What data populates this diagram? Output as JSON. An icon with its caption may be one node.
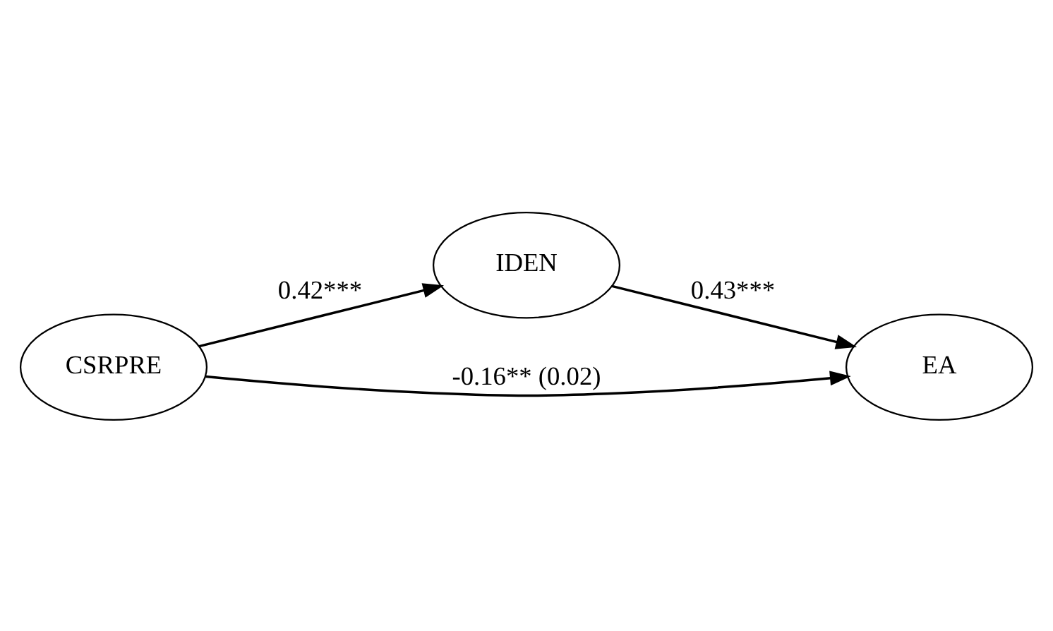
{
  "diagram": {
    "nodes": [
      {
        "text": [
          "IDEN"
        ]
      },
      {
        "text": [
          "CSRPRE"
        ]
      },
      {
        "text": [
          "EA"
        ]
      }
    ],
    "edges": [
      {
        "from": 1,
        "to": 0,
        "arrow": "to",
        "label": "0.42***"
      },
      {
        "from": 0,
        "to": 2,
        "arrow": "to",
        "label": "0.43***"
      },
      {
        "from": 1,
        "to": 2,
        "arrow": "to",
        "label": "-0.16** (0.02)"
      }
    ]
  }
}
